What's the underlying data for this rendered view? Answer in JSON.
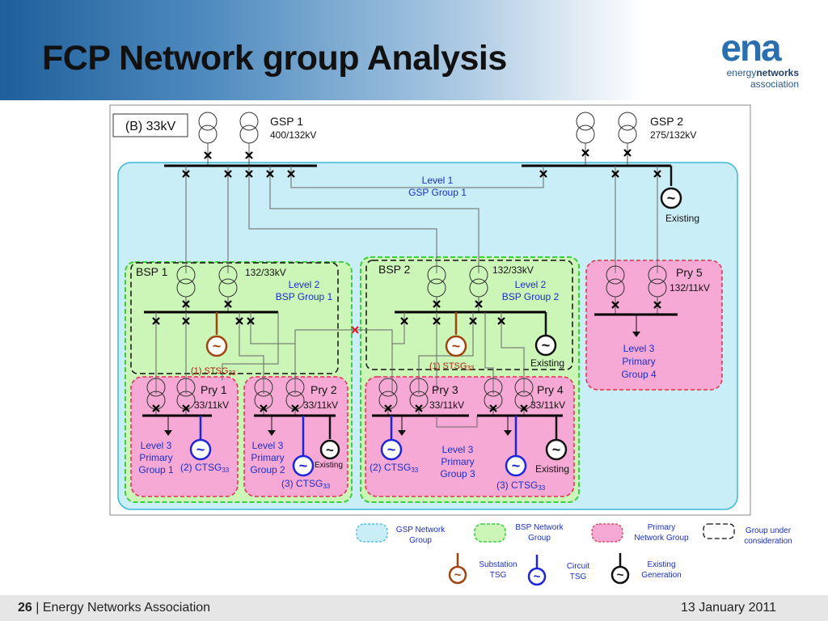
{
  "slide_title": "FCP Network group Analysis",
  "logo": {
    "text": "ena",
    "line1_a": "energy",
    "line1_b": "networks",
    "line2": "association"
  },
  "footer": {
    "page": "26",
    "separator": " | ",
    "org": "Energy Networks Association",
    "date": "13 January 2011"
  },
  "diagram": {
    "scenario_label": "(B) 33kV",
    "gsp1": {
      "name": "GSP 1",
      "voltage": "400/132kV"
    },
    "gsp2": {
      "name": "GSP 2",
      "voltage": "275/132kV"
    },
    "level1_line1": "Level 1",
    "level1_line2": "GSP Group 1",
    "existing": "Existing",
    "bsp1": {
      "name": "BSP 1",
      "voltage": "132/33kV",
      "level_line1": "Level 2",
      "level_line2": "BSP Group 1",
      "stsg": "(1) STSG",
      "stsg_sub": "33"
    },
    "bsp2": {
      "name": "BSP 2",
      "voltage": "132/33kV",
      "level_line1": "Level 2",
      "level_line2": "BSP Group 2",
      "stsg": "(1) STSG",
      "stsg_sub": "33"
    },
    "pry5": {
      "name": "Pry 5",
      "voltage": "132/11kV",
      "group_line1": "Level 3",
      "group_line2": "Primary",
      "group_line3": "Group 4"
    },
    "pry1": {
      "name": "Pry 1",
      "voltage": "33/11kV"
    },
    "pry2": {
      "name": "Pry 2",
      "voltage": "33/11kV"
    },
    "pry3": {
      "name": "Pry 3",
      "voltage": "33/11kV"
    },
    "pry4": {
      "name": "Pry 4",
      "voltage": "33/11kV"
    },
    "group1": {
      "line1": "Level 3",
      "line2": "Primary",
      "line3": "Group 1"
    },
    "group2": {
      "line1": "Level 3",
      "line2": "Primary",
      "line3": "Group 2"
    },
    "group3": {
      "line1": "Level 3",
      "line2": "Primary",
      "line3": "Group 3"
    },
    "ctsg2": "(2) CTSG",
    "ctsg3": "(3) CTSG",
    "ctsg_sub": "33"
  },
  "legend": {
    "gsp_line1": "GSP Network",
    "gsp_line2": "Group",
    "bsp_line1": "BSP Network",
    "bsp_line2": "Group",
    "primary_line1": "Primary",
    "primary_line2": "Network Group",
    "under_line1": "Group under",
    "under_line2": "consideration",
    "substation_line1": "Substation",
    "substation_line2": "TSG",
    "circuit_line1": "Circuit",
    "circuit_line2": "TSG",
    "existing_line1": "Existing",
    "existing_line2": "Generation"
  },
  "colors": {
    "gsp_fill": "#c9eef7",
    "gsp_border": "#3bb8d8",
    "bsp_fill": "#ccf5b8",
    "bsp_border": "#3ecf3e",
    "primary_fill": "#f7a9d6",
    "primary_border": "#e0304a",
    "substation_tsg": "#a0440f",
    "circuit_tsg": "#1c25d8",
    "existing_gen": "#111111",
    "level_text": "#1a2fc8",
    "stsg_text": "#b0200f"
  }
}
